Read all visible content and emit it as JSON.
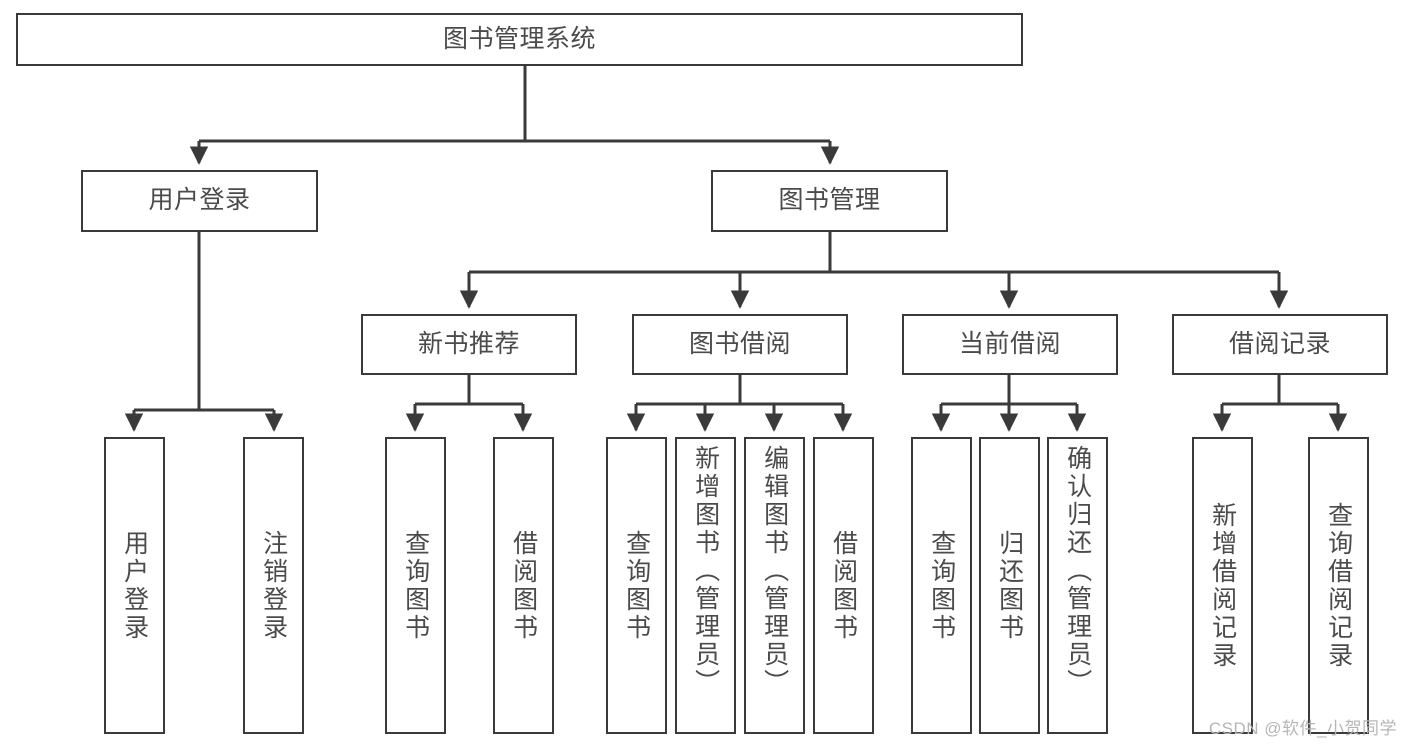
{
  "diagram": {
    "title": "图书管理系统",
    "type": "tree",
    "watermark": "CSDN @软件_小贺同学",
    "colors": {
      "stroke": "#3a3a3a",
      "text": "#4b4b4b",
      "background": "#ffffff",
      "watermark": "#b6b6b6"
    },
    "nodes": {
      "root": {
        "label": "图书管理系统"
      },
      "level2": [
        {
          "label": "用户登录"
        },
        {
          "label": "图书管理"
        }
      ],
      "level3": [
        {
          "label": "新书推荐"
        },
        {
          "label": "图书借阅"
        },
        {
          "label": "当前借阅"
        },
        {
          "label": "借阅记录"
        }
      ],
      "leaves": {
        "user_login": [
          {
            "label": "用户登录"
          },
          {
            "label": "注销登录"
          }
        ],
        "new_book": [
          {
            "label": "查询图书"
          },
          {
            "label": "借阅图书"
          }
        ],
        "borrow": [
          {
            "label": "查询图书"
          },
          {
            "label": "新增图书（管理员）"
          },
          {
            "label": "编辑图书（管理员）"
          },
          {
            "label": "借阅图书"
          }
        ],
        "current": [
          {
            "label": "查询图书"
          },
          {
            "label": "归还图书"
          },
          {
            "label": "确认归还（管理员）"
          }
        ],
        "records": [
          {
            "label": "新增借阅记录"
          },
          {
            "label": "查询借阅记录"
          }
        ]
      }
    }
  }
}
